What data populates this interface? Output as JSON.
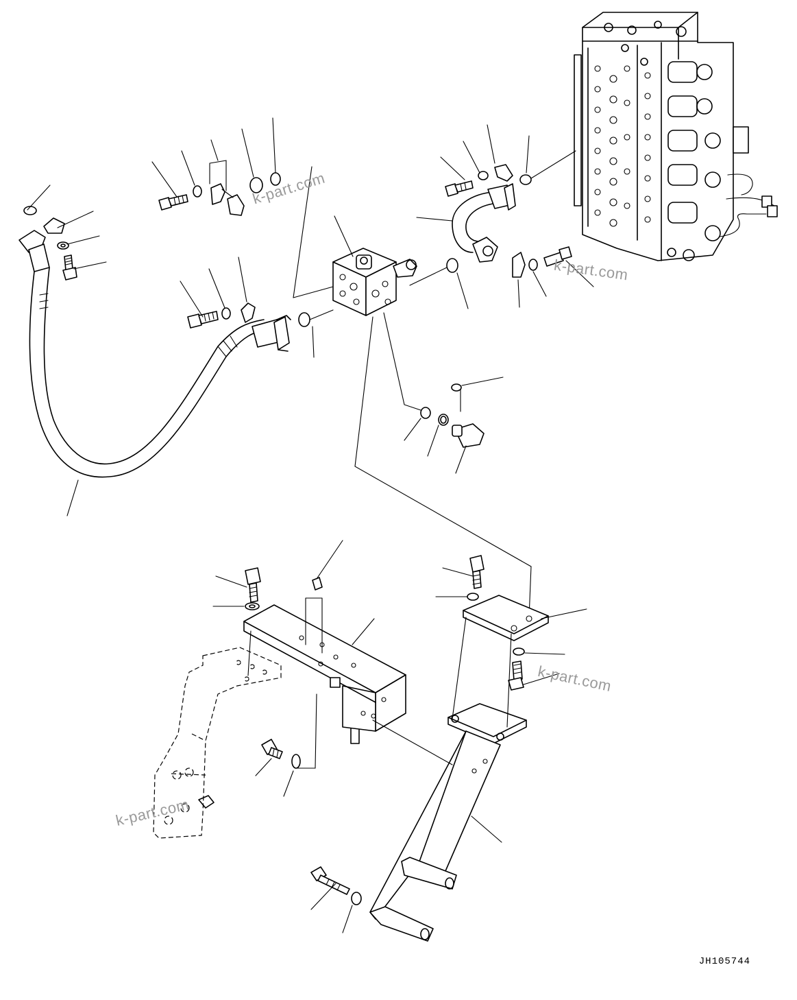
{
  "watermarks": [
    "k-part.com",
    "k-part.com",
    "k-part.com"
  ],
  "drawing_code": "JH105744"
}
